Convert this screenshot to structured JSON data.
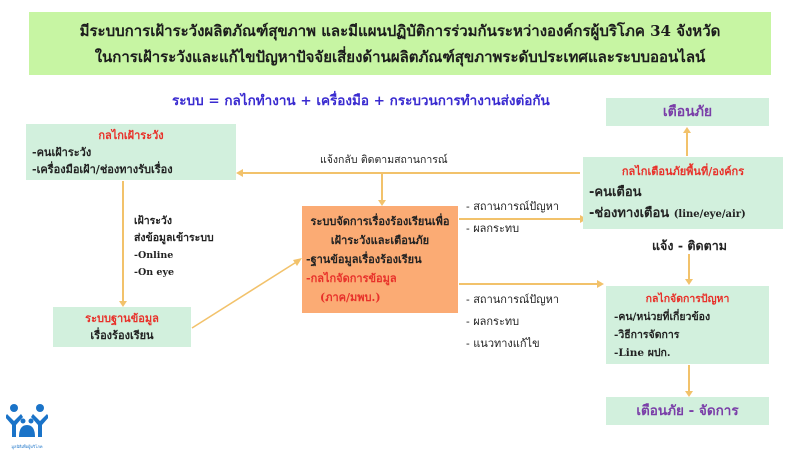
{
  "banner": {
    "line1": "มีระบบการเฝ้าระวังผลิตภัณฑ์สุขภาพ และมีแผนปฏิบัติการร่วมกันระหว่างองค์กรผู้บริโภค 34 จังหวัด",
    "line2": "ในการเฝ้าระวังและแก้ไขปัญหาปัจจัยเสี่ยงด้านผลิตภัณฑ์สุขภาพระดับประเทศและระบบออนไลน์"
  },
  "formula": "ระบบ = กลไกทำงาน + เครื่องมือ + กระบวนการทำงานส่งต่อกัน",
  "surveillance_box": {
    "title": "กลไกเฝ้าระวัง",
    "items": [
      "-คนเฝ้าระวัง",
      "-เครื่องมือเฝ้า/ช่องทางรับเรื่อง"
    ]
  },
  "feedback_label": "แจ้งกลับ ติดตามสถานการณ์",
  "report_label": {
    "line1": "เฝ้าระวัง",
    "line2": "ส่งข้อมูลเข้าระบบ",
    "line3": "-Online",
    "line4": "-On eye"
  },
  "database_box": {
    "title": "ระบบฐานข้อมูล",
    "subtitle": "เรื่องร้องเรียน"
  },
  "central_box": {
    "line1": "ระบบจัดการเรื่องร้องเรียนเพื่อ",
    "line2": "เฝ้าระวังและเตือนภัย",
    "line3": "-ฐานข้อมูลเรื่องร้องเรียน",
    "line4": "-กลไกจัดการข้อมูล",
    "line5": "(ภาค/มพบ.)"
  },
  "to_warning_list": [
    "-  สถานการณ์ปัญหา",
    "-  ผลกระทบ"
  ],
  "to_management_list": [
    "-  สถานการณ์ปัญหา",
    "-  ผลกระทบ",
    "-  แนวทางแก้ไข"
  ],
  "alert_box": {
    "label": "เตือนภัย"
  },
  "warning_mech_box": {
    "title": "กลไกเตือนภัยพื้นที่/องค์กร",
    "item1": "-คนเตือน",
    "item2_main": "-ช่องทางเตือน",
    "item2_note": "(line/eye/air)"
  },
  "notify_label": "แจ้ง - ติดตาม",
  "problem_mech_box": {
    "title": "กลไกจัดการปัญหา",
    "items": [
      "-คน/หน่วยที่เกี่ยวข้อง",
      "-วิธีการจัดการ",
      "-Line ผปก."
    ]
  },
  "alert_manage_box": {
    "label": "เตือนภัย - จัดการ"
  },
  "logo": {
    "icon": "family-people-logo-icon",
    "caption": "มูลนิธิเพื่อผู้บริโภค"
  },
  "colors": {
    "banner_bg": "#c7f5a3",
    "box_green": "#d2f0dd",
    "box_orange": "#fbab74",
    "title_red": "#e8312a",
    "purple_text": "#7a3ea8",
    "formula_blue": "#3a2bd0",
    "connector": "#f2c26b"
  }
}
